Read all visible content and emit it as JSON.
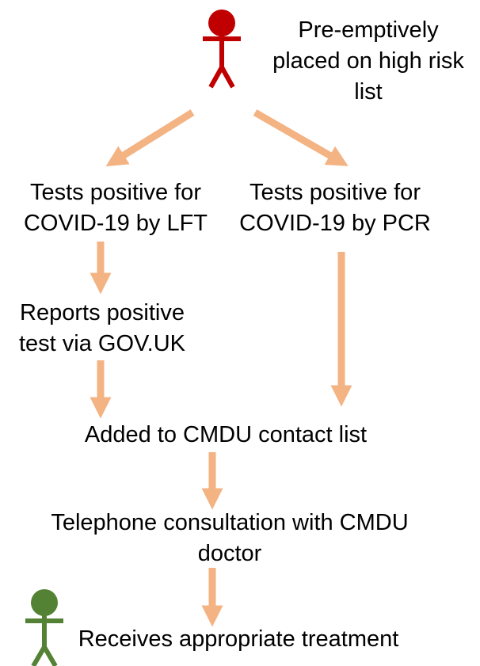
{
  "colors": {
    "arrow": "#F3B383",
    "high_risk_person": "#C00000",
    "treated_person": "#548235",
    "text": "#000000"
  },
  "icons": {
    "high_risk_person": "person-icon",
    "treated_person": "person-icon"
  },
  "nodes": {
    "high_risk": {
      "lines": [
        "Pre-emptively",
        "placed on high risk",
        "list"
      ]
    },
    "lft": {
      "lines": [
        "Tests positive for",
        "COVID-19 by LFT"
      ]
    },
    "pcr": {
      "lines": [
        "Tests positive for",
        "COVID-19 by PCR"
      ]
    },
    "reports": {
      "lines": [
        "Reports positive",
        "test via GOV.UK"
      ]
    },
    "cmdu": {
      "lines": [
        "Added to CMDU contact list"
      ]
    },
    "telephone": {
      "lines": [
        "Telephone consultation with CMDU",
        "doctor"
      ]
    },
    "treatment": {
      "lines": [
        "Receives appropriate treatment"
      ]
    }
  },
  "edges": [
    {
      "from": "high_risk",
      "to": "lft"
    },
    {
      "from": "high_risk",
      "to": "pcr"
    },
    {
      "from": "lft",
      "to": "reports"
    },
    {
      "from": "reports",
      "to": "cmdu"
    },
    {
      "from": "pcr",
      "to": "cmdu"
    },
    {
      "from": "cmdu",
      "to": "telephone"
    },
    {
      "from": "telephone",
      "to": "treatment"
    }
  ]
}
